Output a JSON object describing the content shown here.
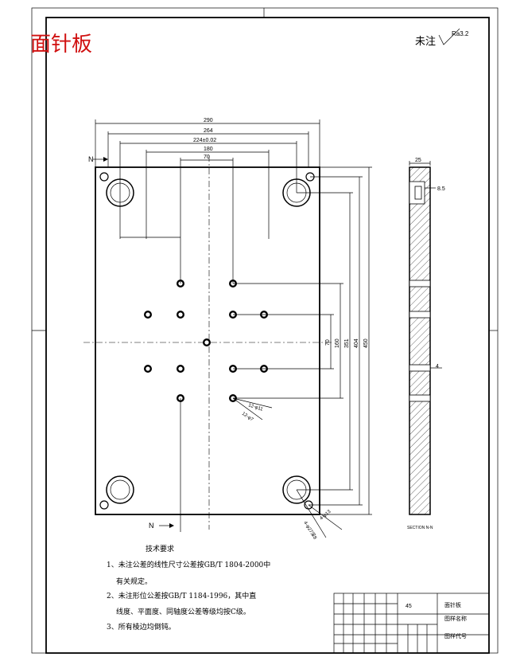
{
  "title": "面针板",
  "surface_note": "未注",
  "roughness": "Ra3.2",
  "dimensions": {
    "top": [
      "290",
      "264",
      "224±0.02",
      "180",
      "70"
    ],
    "right": [
      "70",
      "160",
      "351",
      "404",
      "450"
    ],
    "side_width": "25",
    "side_depth": "8.5",
    "side_hole": "4",
    "hole_small": "12-φ11",
    "hole_counter": "12-φ7",
    "corner_a": "4-φ13",
    "corner_b": "4-φ27深8"
  },
  "markers": {
    "n_top": "N",
    "n_bottom": "N"
  },
  "section_label": "SECTION N-N",
  "tech": {
    "heading": "技术要求",
    "items": [
      "1、未注公差的线性尺寸公差按GB/T 1804-2000中",
      "有关规定。",
      "2、未注形位公差按GB/T 1184-1996，其中直",
      "线度、平面度、同轴度公差等级均按C级。",
      "3、所有棱边均倒钝。"
    ]
  },
  "title_block": {
    "material": "45",
    "part_name": "面针板",
    "drawing_name_label": "图样名称",
    "drawing_code_label": "图样代号"
  }
}
